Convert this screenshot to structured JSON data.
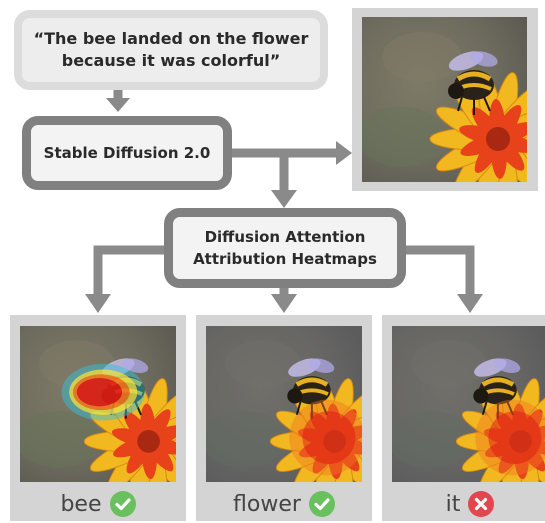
{
  "prompt": {
    "line1": "“The bee landed on the flower",
    "line2": "because it was colorful”"
  },
  "model": {
    "label": "Stable Diffusion 2.0"
  },
  "attribution": {
    "line1": "Diffusion Attention",
    "line2": "Attribution Heatmaps"
  },
  "heatmaps": [
    {
      "word": "bee",
      "status": "correct",
      "focus": "bee"
    },
    {
      "word": "flower",
      "status": "correct",
      "focus": "flower"
    },
    {
      "word": "it",
      "status": "incorrect",
      "focus": "flower"
    }
  ],
  "colors": {
    "arrow": "#8a8a8a",
    "correct": "#6abf5e",
    "incorrect": "#e2474f",
    "background_image": "#6e6c5e"
  },
  "icons": {
    "correct": "check-circle-icon",
    "incorrect": "x-circle-icon"
  }
}
